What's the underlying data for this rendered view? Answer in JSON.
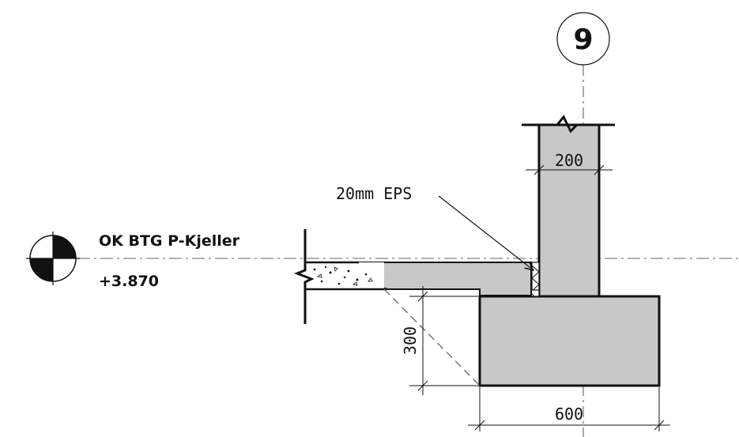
{
  "grid_axis": {
    "label": "9"
  },
  "level_marker": {
    "name": "OK BTG P-Kjeller",
    "elevation": "+3.870"
  },
  "dimensions": {
    "wall_width": "200",
    "footing_width": "600",
    "footing_height": "300"
  },
  "annotations": {
    "insulation_note": "20mm EPS"
  },
  "colors": {
    "concrete_fill": "#c8c8c8",
    "line": "#111111",
    "background": "#ffffff"
  }
}
